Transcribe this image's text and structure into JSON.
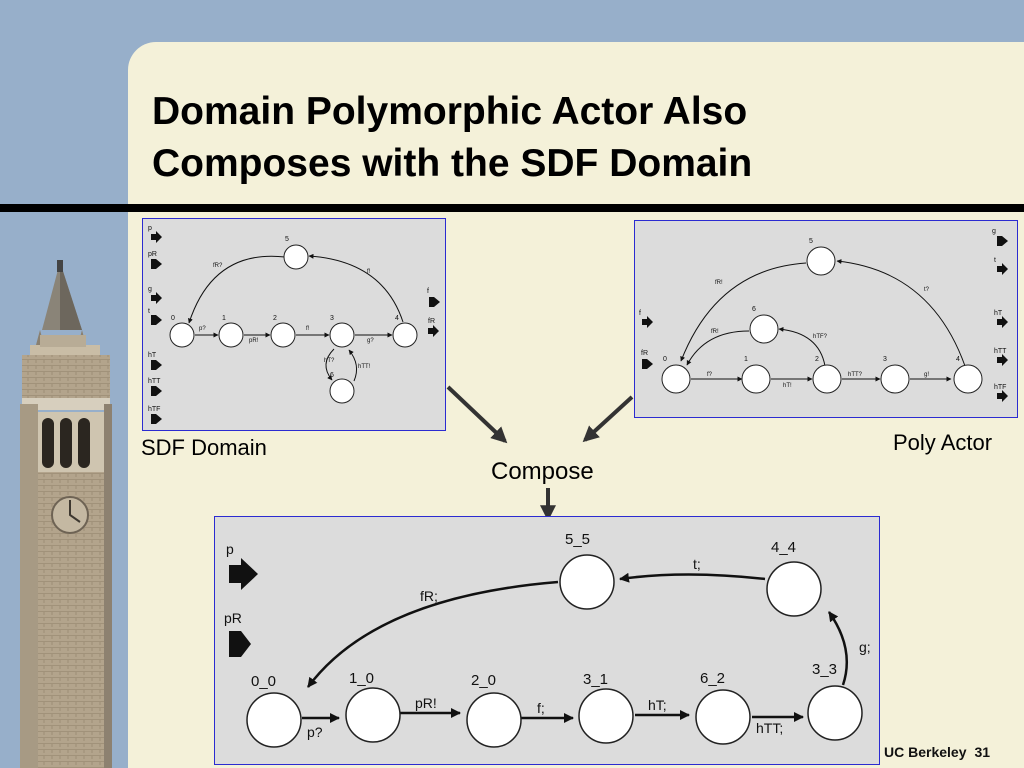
{
  "title": {
    "line1": "Domain Polymorphic Actor Also",
    "line2": "Composes with the SDF Domain"
  },
  "compose_label": "Compose",
  "footer": {
    "org": "UC Berkeley",
    "page": "31"
  },
  "sdf": {
    "caption": "SDF Domain",
    "ports_left": [
      "p",
      "pR",
      "g",
      "t",
      "hT",
      "hTT",
      "hTF"
    ],
    "ports_right": [
      "f",
      "fR"
    ],
    "states": [
      "0",
      "1",
      "2",
      "3",
      "4",
      "5",
      "6"
    ],
    "edges": [
      "fR?",
      "f!",
      "p?",
      "pR!",
      "f!",
      "g?",
      "hT?",
      "hTT!"
    ]
  },
  "poly": {
    "caption": "Poly Actor",
    "ports_left": [
      "f",
      "fR"
    ],
    "ports_right": [
      "g",
      "t",
      "hT",
      "hTT",
      "hTF"
    ],
    "states": [
      "0",
      "1",
      "2",
      "3",
      "4",
      "5",
      "6"
    ],
    "edges": [
      "fR!",
      "t?",
      "fR!",
      "hTF?",
      "f?",
      "hT!",
      "hTT?",
      "g!"
    ]
  },
  "result": {
    "ports": [
      "p",
      "pR"
    ],
    "states": [
      "0_0",
      "1_0",
      "2_0",
      "3_1",
      "6_2",
      "3_3",
      "4_4",
      "5_5"
    ],
    "edges": [
      "p?",
      "pR!",
      "f;",
      "hT;",
      "hTT;",
      "g;",
      "t;",
      "fR;"
    ]
  },
  "colors": {
    "background": "#97afca",
    "slide": "#f4f1d9",
    "panel": "#dcdcdc",
    "panel_border": "#2b2bd1"
  }
}
